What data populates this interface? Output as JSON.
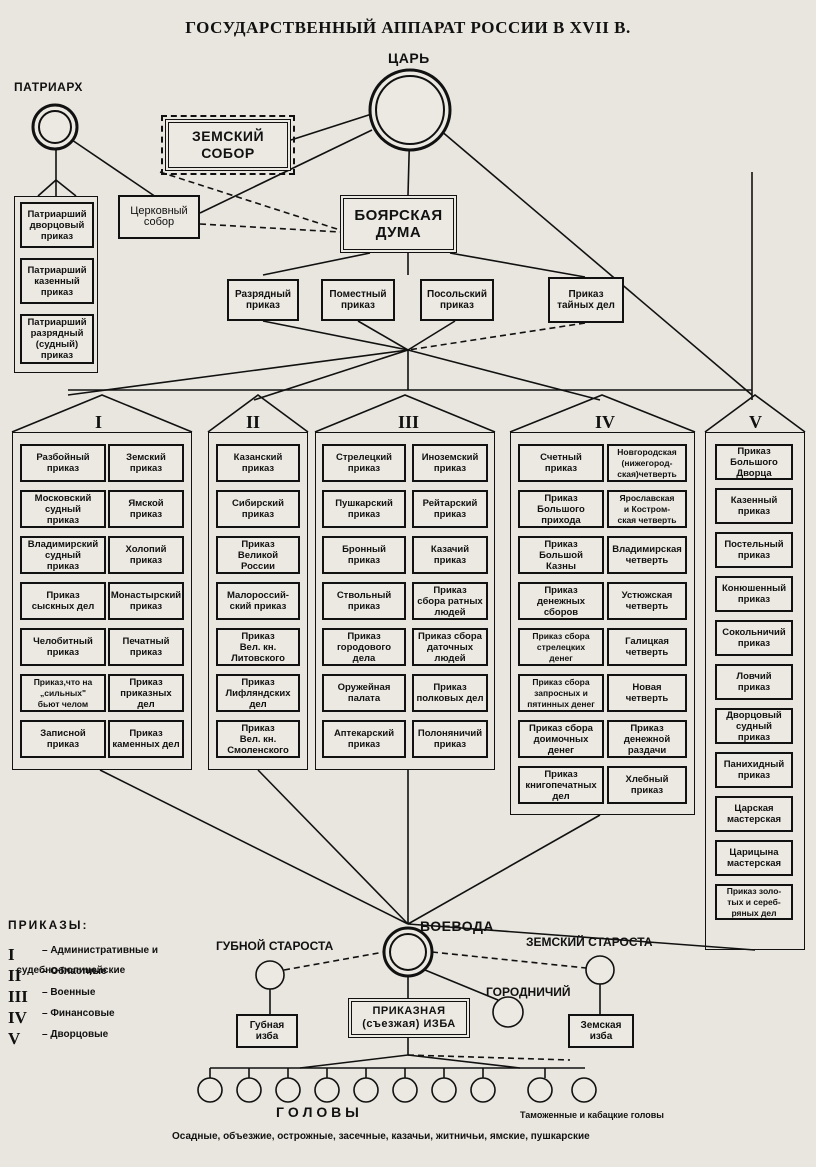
{
  "title": "ГОСУДАРСТВЕННЫЙ АППАРАТ РОССИИ В XVII В.",
  "tsar": "ЦАРЬ",
  "patriarch": "ПАТРИАРХ",
  "zemsky_sobor": "ЗЕМСКИЙ\nСОБОР",
  "church_sobor": "Церковный\nсобор",
  "boyar_duma": "БОЯРСКАЯ\nДУМА",
  "patriarch_prikazy": [
    "Патриарший\nдворцовый\nприказ",
    "Патриарший\nказенный\nприказ",
    "Патриарший\nразрядный\n(судный)\nприказ"
  ],
  "central_prikazy": [
    "Разрядный\nприказ",
    "Поместный\nприказ",
    "Посольский\nприказ",
    "Приказ\nтайных дел"
  ],
  "groups": {
    "g1": {
      "label": "I",
      "items": [
        "Разбойный\nприказ",
        "Земский\nприказ",
        "Московский\nсудный\nприказ",
        "Ямской\nприказ",
        "Владимирский\nсудный\nприказ",
        "Холопий\nприказ",
        "Приказ\nсыскных дел",
        "Монастырский\nприказ",
        "Челобитный\nприказ",
        "Печатный\nприказ",
        "Приказ,что на\n„сильных\"\nбьют челом",
        "Приказ\nприказных дел",
        "Записной\nприказ",
        "Приказ\nкаменных дел"
      ]
    },
    "g2": {
      "label": "II",
      "items": [
        "Казанский\nприказ",
        "Сибирский\nприказ",
        "Приказ\nВеликой\nРоссии",
        "Малороссий-\nский приказ",
        "Приказ\nВел. кн.\nЛитовского",
        "Приказ\nЛифляндских\nдел",
        "Приказ\nВел. кн.\nСмоленского"
      ]
    },
    "g3": {
      "label": "III",
      "items": [
        "Стрелецкий\nприказ",
        "Иноземский\nприказ",
        "Пушкарский\nприказ",
        "Рейтарский\nприказ",
        "Бронный\nприказ",
        "Казачий\nприказ",
        "Ствольный\nприказ",
        "Приказ\nсбора ратных\nлюдей",
        "Приказ\nгородового\nдела",
        "Приказ сбора\nдаточных\nлюдей",
        "Оружейная\nпалата",
        "Приказ\nполковых дел",
        "Аптекарский\nприказ",
        "Полоняничий\nприказ"
      ]
    },
    "g4": {
      "label": "IV",
      "items": [
        "Счетный\nприказ",
        "Новгородская\n(нижегород-\nская)четверть",
        "Приказ\nБольшого\nприхода",
        "Ярославская\nи Костром-\nская четверть",
        "Приказ\nБольшой\nКазны",
        "Владимирская\nчетверть",
        "Приказ\nденежных\nсборов",
        "Устюжская\nчетверть",
        "Приказ сбора\nстрелецких\nденег",
        "Галицкая\nчетверть",
        "Приказ сбора\nзапросных и\nпятинных денег",
        "Новая\nчетверть",
        "Приказ сбора\nдоимочных\nденег",
        "Приказ\nденежной\nраздачи",
        "Приказ\nкнигопечатных\nдел",
        "Хлебный\nприказ"
      ]
    },
    "g5": {
      "label": "V",
      "items": [
        "Приказ\nБольшого\nДворца",
        "Казенный\nприказ",
        "Постельный\nприказ",
        "Конюшенный\nприказ",
        "Сокольничий\nприказ",
        "Ловчий\nприказ",
        "Дворцовый\nсудный\nприказ",
        "Панихидный\nприказ",
        "Царская\nмастерская",
        "Царицына\nмастерская",
        "Приказ золо-\nтых и сереб-\nряных дел"
      ]
    }
  },
  "local": {
    "voevoda": "ВОЕВОДА",
    "gubnoy": "ГУБНОЙ СТАРОСТА",
    "zemsky_starosta": "ЗЕМСКИЙ СТАРОСТА",
    "gorodnichiy": "ГОРОДНИЧИЙ",
    "gubnaya_izba": "Губная\nизба",
    "prikaznaya_izba": "ПРИКАЗНАЯ\n(съезжая) ИЗБА",
    "zemskaya_izba": "Земская\nизба",
    "golovy": "Г О Л О В Ы",
    "tamozhennye": "Таможенные и кабацкие головы",
    "golovy_list": "Осадные, объезжие, острожные, засечные, казачьи, житничьи, ямские, пушкарские"
  },
  "legend": {
    "heading": "ПРИКАЗЫ:",
    "items": [
      {
        "n": "I",
        "text": "– Административные и\n   судебно-полицейские"
      },
      {
        "n": "II",
        "text": "– Областные"
      },
      {
        "n": "III",
        "text": "– Военные"
      },
      {
        "n": "IV",
        "text": "– Финансовые"
      },
      {
        "n": "V",
        "text": "– Дворцовые"
      }
    ]
  }
}
